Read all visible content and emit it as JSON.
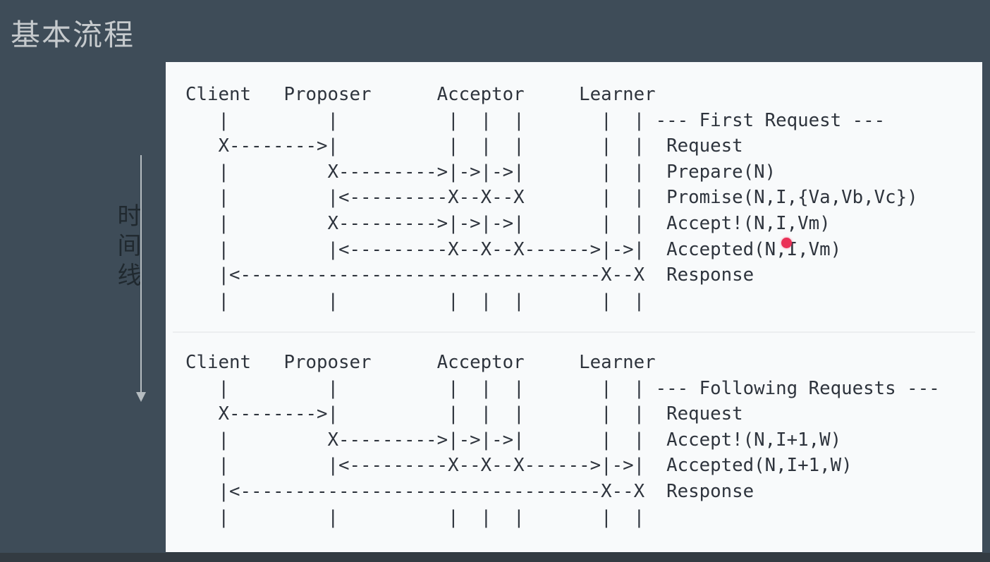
{
  "slide": {
    "title": "基本流程",
    "timeline": {
      "label": "时间线"
    }
  },
  "diagrams": [
    {
      "id": "first-request",
      "section_label": "--- First Request ---",
      "roles": [
        "Client",
        "Proposer",
        "Acceptor",
        "Learner"
      ],
      "messages": [
        "Request",
        "Prepare(N)",
        "Promise(N,I,{Va,Vb,Vc})",
        "Accept!(N,I,Vm)",
        "Accepted(N,I,Vm)",
        "Response"
      ],
      "ascii": "Client   Proposer      Acceptor     Learner\n   |         |          |  |  |       |  | --- First Request ---\n   X-------->|          |  |  |       |  |  Request\n   |         X--------->|->|->|       |  |  Prepare(N)\n   |         |<---------X--X--X       |  |  Promise(N,I,{Va,Vb,Vc})\n   |         X--------->|->|->|       |  |  Accept!(N,I,Vm)\n   |         |<---------X--X--X------>|->|  Accepted(N,I,Vm)\n   |<---------------------------------X--X  Response\n   |         |          |  |  |       |  |"
    },
    {
      "id": "following-requests",
      "section_label": "--- Following Requests ---",
      "roles": [
        "Client",
        "Proposer",
        "Acceptor",
        "Learner"
      ],
      "messages": [
        "Request",
        "Accept!(N,I+1,W)",
        "Accepted(N,I+1,W)",
        "Response"
      ],
      "ascii": "Client   Proposer      Acceptor     Learner\n   |         |          |  |  |       |  | --- Following Requests ---\n   X-------->|          |  |  |       |  |  Request\n   |         X--------->|->|->|       |  |  Accept!(N,I+1,W)\n   |         |<---------X--X--X------>|->|  Accepted(N,I+1,W)\n   |<---------------------------------X--X  Response\n   |         |          |  |  |       |  |"
    }
  ],
  "pointer_dot": {
    "color": "#ea3157"
  },
  "colors": {
    "background": "#3e4c58",
    "bottom_edge": "#333b42",
    "panel": "#f8fafb",
    "diagram_text": "#2e343d",
    "title_text": "#c6cacd",
    "timeline_text": "#20292f",
    "arrow": "#b5bcc0",
    "divider": "#eceef0",
    "pointer_dot": "#ea3157"
  }
}
